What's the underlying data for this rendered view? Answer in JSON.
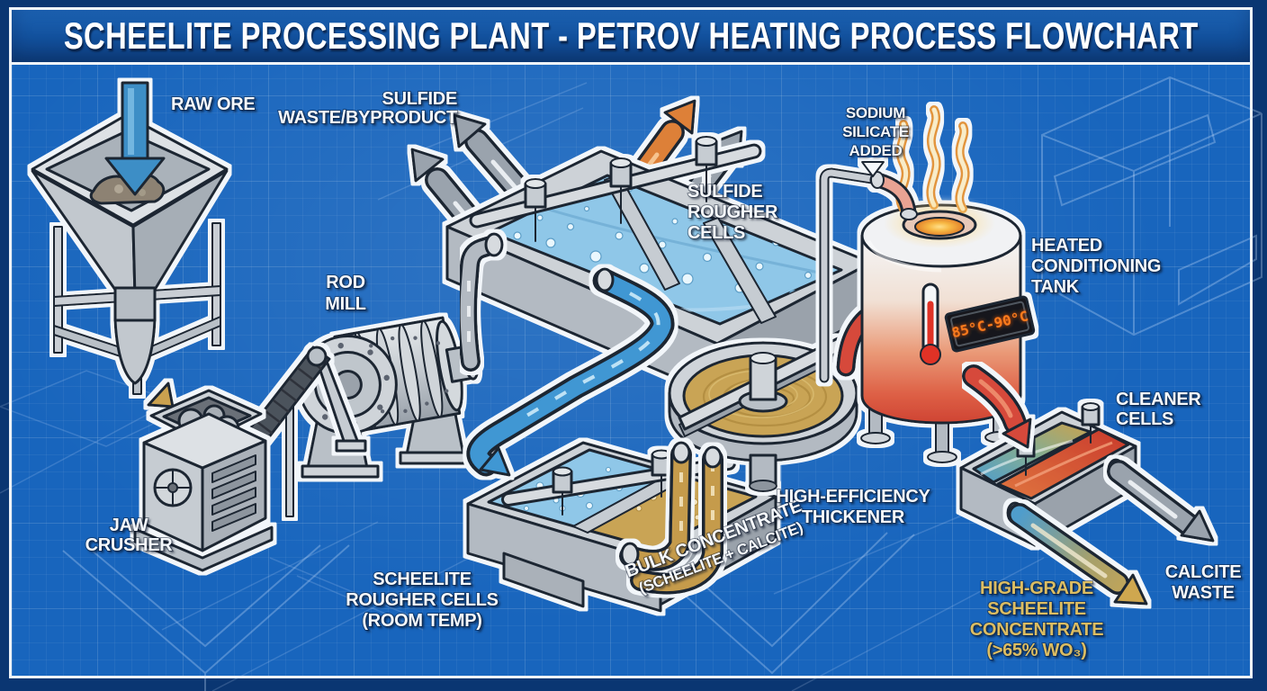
{
  "title": "SCHEELITE PROCESSING PLANT - PETROV HEATING PROCESS FLOWCHART",
  "labels": {
    "raw_ore": "RAW ORE",
    "jaw_crusher": [
      "JAW",
      "CRUSHER"
    ],
    "rod_mill": [
      "ROD",
      "MILL"
    ],
    "sulfide_waste": [
      "SULFIDE",
      "WASTE/BYPRODUCT"
    ],
    "sulfide_rougher_cells": [
      "SULFIDE",
      "ROUGHER",
      "CELLS"
    ],
    "scheelite_rougher_cells": [
      "SCHEELITE",
      "ROUGHER CELLS",
      "(ROOM TEMP)"
    ],
    "bulk_concentrate": [
      "BULK CONCENTRATE",
      "(SCHEELITE + CALCITE)"
    ],
    "thickener": [
      "HIGH-EFFICIENCY",
      "THICKENER"
    ],
    "sodium_silicate": [
      "SODIUM",
      "SILICATE",
      "ADDED"
    ],
    "heated_tank": [
      "HEATED",
      "CONDITIONING",
      "TANK"
    ],
    "temperature_display": "85°C-90°C",
    "cleaner_cells": [
      "CLEANER",
      "CELLS"
    ],
    "calcite_waste": [
      "CALCITE",
      "WASTE"
    ],
    "high_grade_concentrate": [
      "HIGH-GRADE",
      "SCHEELITE",
      "CONCENTRATE",
      "(>65% WO₃)"
    ]
  },
  "colors": {
    "blueprint_field": "#1865bd",
    "frame_white": "#eef3f8",
    "title_bar": "#11498f",
    "metal_light": "#d7dbdf",
    "metal_mid": "#b3bac2",
    "metal_dark": "#8d959e",
    "outline": "#1d2532",
    "water_blue": "#8fc7e8",
    "slurry_gold": "#c9a455",
    "waste_gray_arrow": "#9aa3ad",
    "sulfide_orange_arrow": "#dd8038",
    "hot_red": "#d6483a",
    "display_text_orange": "#ff7d1f",
    "gold_label_text": "#dcbd62"
  }
}
